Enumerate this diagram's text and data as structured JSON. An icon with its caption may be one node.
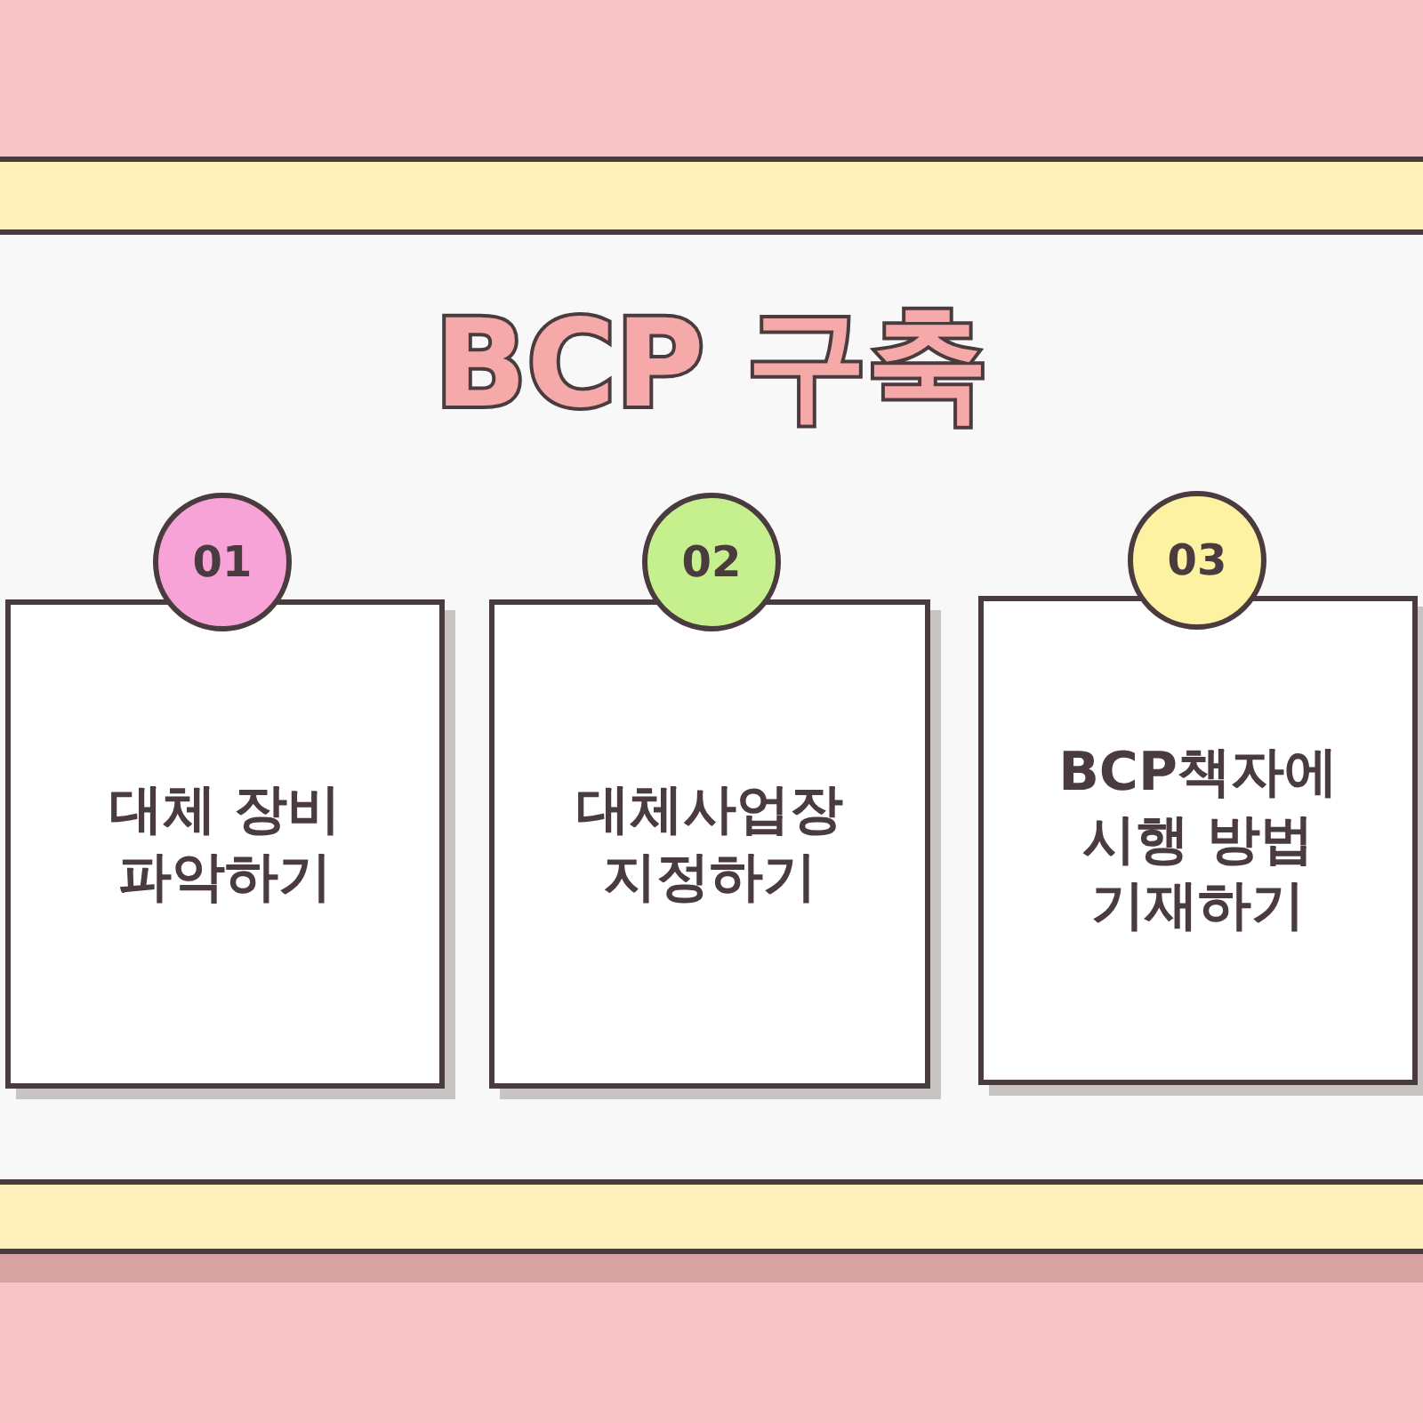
{
  "diagram": {
    "title": "BCP 구축",
    "nodes": [
      {
        "text": [
          "01"
        ]
      },
      {
        "text": [
          "대체 장비 파악하기"
        ]
      },
      {
        "text": [
          "02"
        ]
      },
      {
        "text": [
          "대체사업장 지정하기"
        ]
      },
      {
        "text": [
          "03"
        ]
      },
      {
        "text": [
          "BCP책자에 시행 방법 기재하기"
        ]
      }
    ],
    "edges": []
  }
}
